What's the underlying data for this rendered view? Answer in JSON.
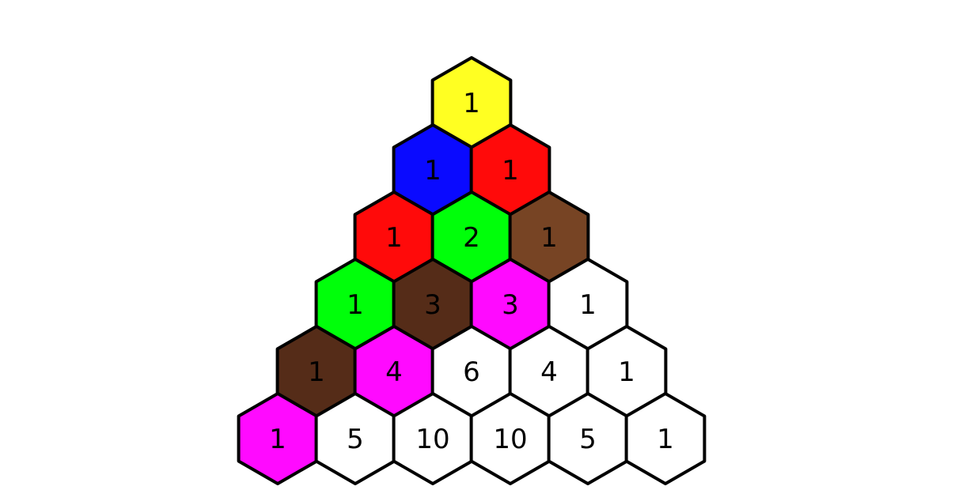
{
  "diagram": {
    "rows": [
      [
        {
          "value": "1",
          "color": "#ffff22"
        }
      ],
      [
        {
          "value": "1",
          "color": "#0a0aff"
        },
        {
          "value": "1",
          "color": "#ff0a0a"
        }
      ],
      [
        {
          "value": "1",
          "color": "#ff0a0a"
        },
        {
          "value": "2",
          "color": "#00ff0a"
        },
        {
          "value": "1",
          "color": "#774424"
        }
      ],
      [
        {
          "value": "1",
          "color": "#00ff0a"
        },
        {
          "value": "3",
          "color": "#552c18"
        },
        {
          "value": "3",
          "color": "#ff0aff"
        },
        {
          "value": "1",
          "color": "#ffffff"
        }
      ],
      [
        {
          "value": "1",
          "color": "#552c18"
        },
        {
          "value": "4",
          "color": "#ff0aff"
        },
        {
          "value": "6",
          "color": "#ffffff"
        },
        {
          "value": "4",
          "color": "#ffffff"
        },
        {
          "value": "1",
          "color": "#ffffff"
        }
      ],
      [
        {
          "value": "1",
          "color": "#ff0aff"
        },
        {
          "value": "5",
          "color": "#ffffff"
        },
        {
          "value": "10",
          "color": "#ffffff"
        },
        {
          "value": "10",
          "color": "#ffffff"
        },
        {
          "value": "5",
          "color": "#ffffff"
        },
        {
          "value": "1",
          "color": "#ffffff"
        }
      ]
    ]
  }
}
